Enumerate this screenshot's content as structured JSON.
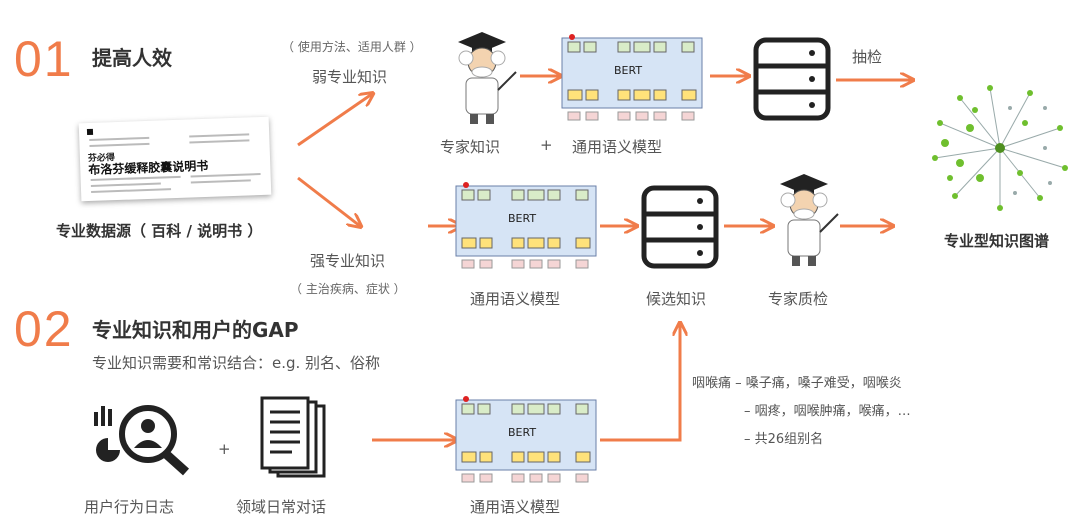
{
  "section1": {
    "number": "01",
    "title": "提高人效"
  },
  "section2": {
    "number": "02",
    "title": "专业知识和用户的GAP",
    "subtitle": "专业知识需要和常识结合：e.g. 别名、俗称"
  },
  "weak": {
    "hint": "（ 使用方法、适用人群 ）",
    "label": "弱专业知识"
  },
  "strong": {
    "label": "强专业知识",
    "hint": "（ 主治疾病、症状 ）"
  },
  "source": {
    "label": "专业数据源（ 百科 / 说明书 ）",
    "doc_brand": "芬必得",
    "doc_title": "布洛芬缓释胶囊说明书"
  },
  "row1": {
    "expert": "专家知识",
    "plus": "+",
    "model": "通用语义模型",
    "sample": "抽检"
  },
  "row2": {
    "model": "通用语义模型",
    "candidate": "候选知识",
    "qc": "专家质检"
  },
  "row3": {
    "user_log": "用户行为日志",
    "plus": "+",
    "dialogue": "领域日常对话",
    "model": "通用语义模型"
  },
  "output": {
    "label": "专业型知识图谱"
  },
  "bert_label": "BERT",
  "alias_notes": [
    "咽喉痛 – 嗓子痛，嗓子难受，咽喉炎",
    "– 咽疼，咽喉肿痛，喉痛，…",
    "– 共26组别名"
  ],
  "colors": {
    "accent": "#f07c4a",
    "bert_bg": "#d6e4f5",
    "token_green": "#d9ecc8",
    "token_yellow": "#ffe27a",
    "graph_green": "#6fbf2e"
  }
}
